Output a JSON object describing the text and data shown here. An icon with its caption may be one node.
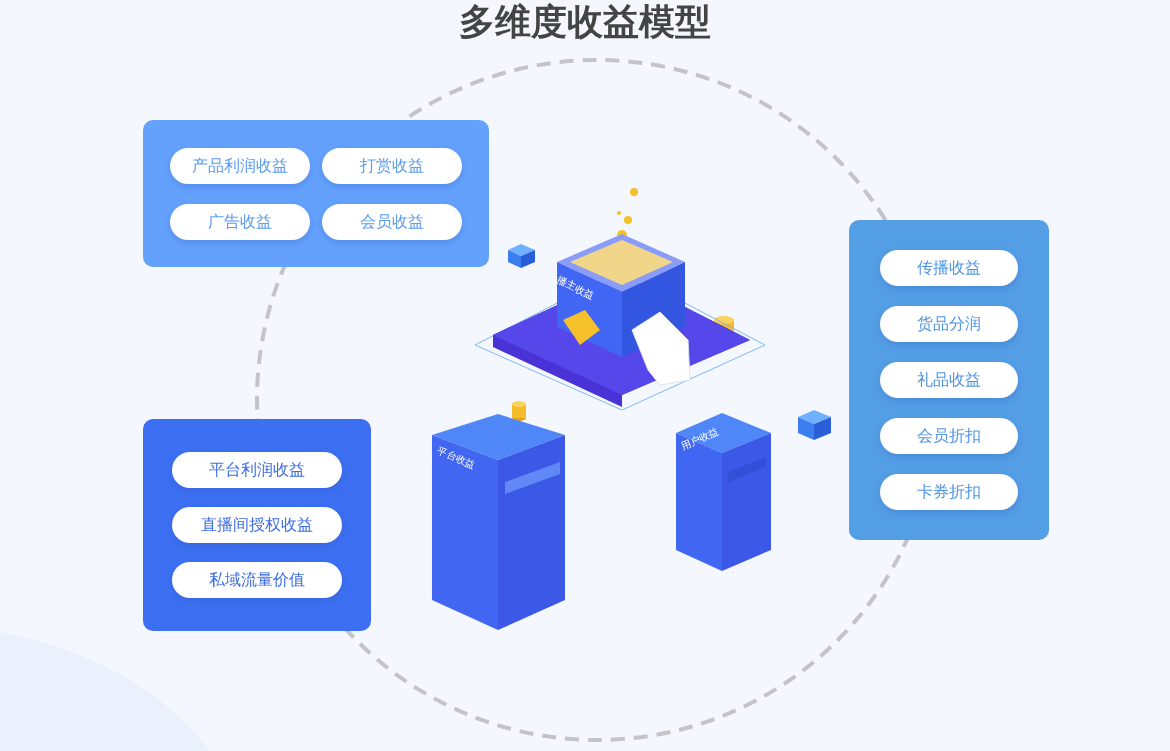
{
  "diagram": {
    "title": "多维度收益模型",
    "nodes": [
      {
        "text": [],
        "shape": "box"
      },
      {
        "text": [
          "产品利润收益"
        ],
        "in": 0
      },
      {
        "text": [
          "打赏收益"
        ],
        "in": 0
      },
      {
        "text": [
          "广告收益"
        ],
        "in": 0
      },
      {
        "text": [
          "会员收益"
        ],
        "in": 0
      },
      {
        "text": [],
        "shape": "box"
      },
      {
        "text": [
          "传播收益"
        ],
        "in": 5
      },
      {
        "text": [
          "货品分润"
        ],
        "in": 5
      },
      {
        "text": [
          "礼品收益"
        ],
        "in": 5
      },
      {
        "text": [
          "会员折扣"
        ],
        "in": 5
      },
      {
        "text": [
          "卡券折扣"
        ],
        "in": 5
      },
      {
        "text": [],
        "shape": "box"
      },
      {
        "text": [
          "平台利润收益"
        ],
        "in": 11
      },
      {
        "text": [
          "直播间授权收益"
        ],
        "in": 11
      },
      {
        "text": [
          "私域流量价值"
        ],
        "in": 11
      },
      {
        "text": [
          "播主收益"
        ]
      },
      {
        "text": [
          "平台收益"
        ]
      },
      {
        "text": [
          "用户收益"
        ]
      }
    ],
    "edges": []
  }
}
